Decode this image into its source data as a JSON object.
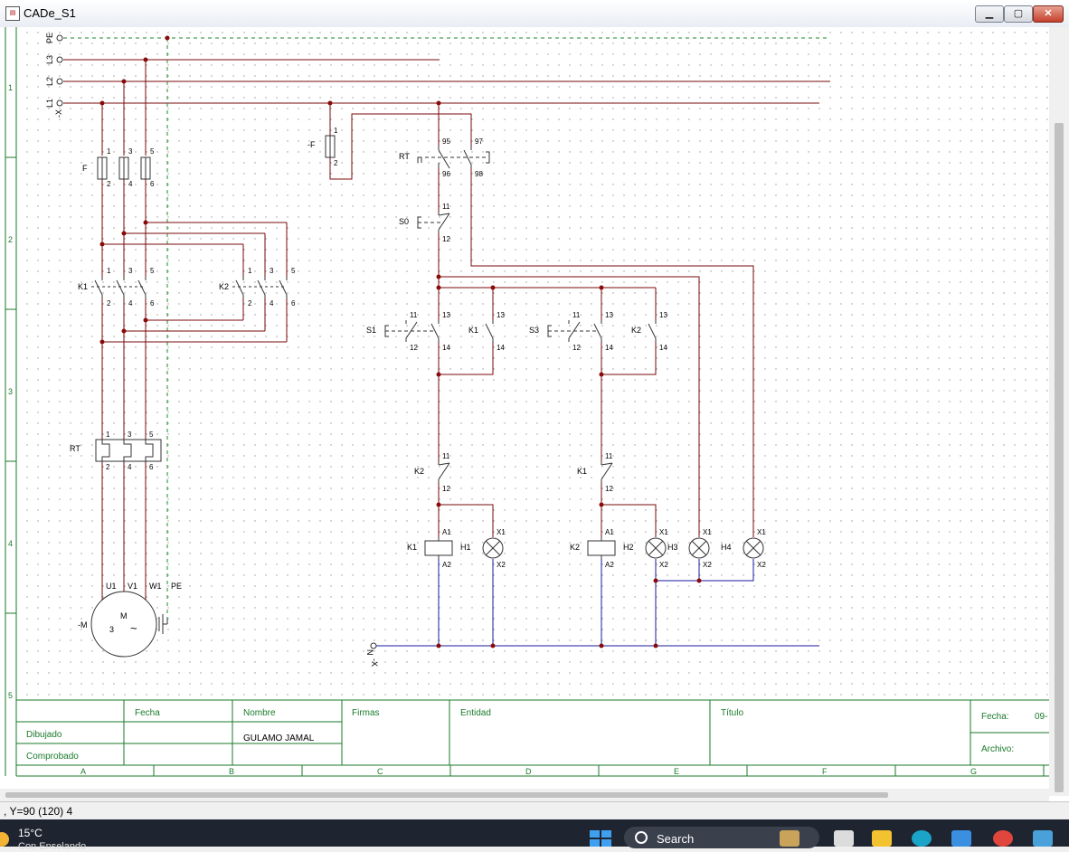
{
  "window": {
    "title": "CADe_S1",
    "icon": "document-app-icon",
    "buttons": [
      "minimize",
      "maximize",
      "close"
    ]
  },
  "ruler": {
    "rows": [
      "1",
      "2",
      "3",
      "4",
      "5"
    ],
    "columns": [
      "A",
      "B",
      "C",
      "D",
      "E",
      "F",
      "G"
    ]
  },
  "schematic": {
    "terminal_left": "-X",
    "terminal_neutral_left": "-X",
    "bus": {
      "pe": "PE",
      "l3": "L3",
      "l2": "L2",
      "l1": "L1",
      "n": "N"
    },
    "power": {
      "fuse": {
        "label": "F",
        "top": [
          "1",
          "3",
          "5"
        ],
        "bottom": [
          "2",
          "4",
          "6"
        ]
      },
      "k1": {
        "label": "K1",
        "top": [
          "1",
          "3",
          "5"
        ],
        "bottom": [
          "2",
          "4",
          "6"
        ]
      },
      "k2": {
        "label": "K2",
        "top": [
          "1",
          "3",
          "5"
        ],
        "bottom": [
          "2",
          "4",
          "6"
        ]
      },
      "rt": {
        "label": "RT",
        "top": [
          "1",
          "3",
          "5"
        ],
        "bottom": [
          "2",
          "4",
          "6"
        ]
      },
      "motor": {
        "label": "-M",
        "symbol": "M",
        "phases": "3",
        "tilde": "~",
        "terminals": [
          "U1",
          "V1",
          "W1",
          "PE"
        ]
      }
    },
    "control": {
      "fuse": {
        "label": "-F",
        "top": "1",
        "bottom": "2"
      },
      "rt": {
        "label": "RT",
        "nc_top": "95",
        "nc_bottom": "96",
        "no_top": "97",
        "no_bottom": "98"
      },
      "s0": {
        "label": "S0",
        "top": "11",
        "bottom": "12"
      },
      "s1": {
        "label": "S1",
        "nc_top": "11",
        "nc_bottom": "12",
        "no_top": "13",
        "no_bottom": "14"
      },
      "k1_hold": {
        "label": "K1",
        "top": "13",
        "bottom": "14"
      },
      "s3": {
        "label": "S3",
        "nc_top": "11",
        "nc_bottom": "12",
        "no_top": "13",
        "no_bottom": "14"
      },
      "k2_hold": {
        "label": "K2",
        "top": "13",
        "bottom": "14"
      },
      "k2_interlock": {
        "label": "K2",
        "top": "11",
        "bottom": "12"
      },
      "k1_interlock": {
        "label": "K1",
        "top": "11",
        "bottom": "12"
      },
      "k1_coil": {
        "label": "K1",
        "top": "A1",
        "bottom": "A2"
      },
      "h1": {
        "label": "H1",
        "top": "X1",
        "bottom": "X2"
      },
      "k2_coil": {
        "label": "K2",
        "top": "A1",
        "bottom": "A2"
      },
      "h2": {
        "label": "H2",
        "top": "X1",
        "bottom": "X2"
      },
      "h3": {
        "label": "H3",
        "top": "X1",
        "bottom": "X2"
      },
      "h4": {
        "label": "H4",
        "top": "X1",
        "bottom": "X2"
      }
    }
  },
  "titleblock": {
    "fecha_col": "Fecha",
    "nombre_col": "Nombre",
    "firmas": "Firmas",
    "entidad": "Entidad",
    "titulo": "Título",
    "dibujado": "Dibujado",
    "comprobado": "Comprobado",
    "nombre_value": "GULAMO JAMAL",
    "fecha_label": "Fecha:",
    "fecha_value": "09-",
    "archivo_label": "Archivo:"
  },
  "status": {
    "coordinates": ", Y=90 (120) 4"
  },
  "taskbar": {
    "weather_temp": "15°C",
    "weather_desc": "Con Enselando",
    "search_placeholder": "Search",
    "apps": [
      "widgets-icon",
      "task-view-icon",
      "file-explorer-icon",
      "edge-icon",
      "store-icon",
      "chrome-icon",
      "notepad-icon"
    ]
  },
  "colors": {
    "wire": "#7a0a0a",
    "neutral": "#1a1aa0",
    "pe_line": "#1a8a2a",
    "frame": "#1a7a2a",
    "background": "#ffffff"
  }
}
